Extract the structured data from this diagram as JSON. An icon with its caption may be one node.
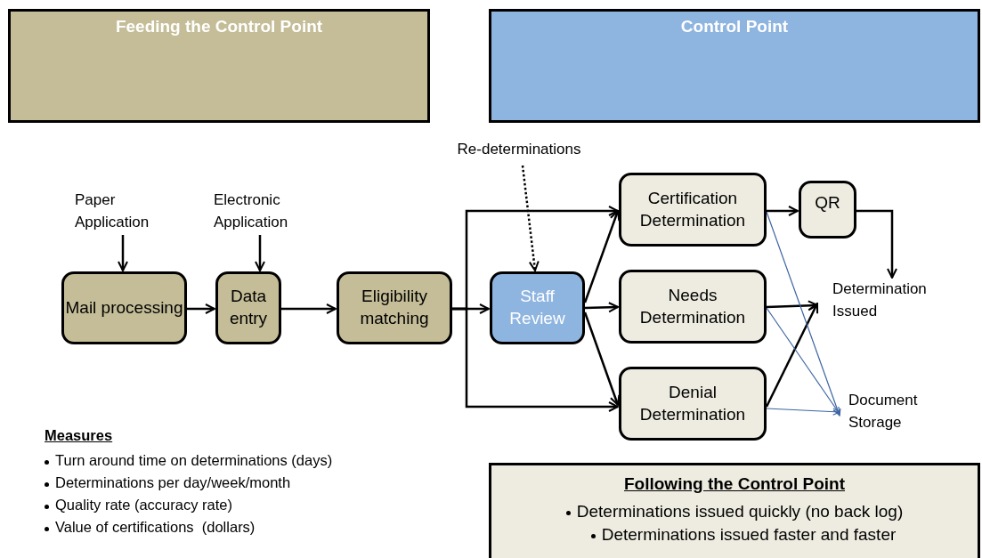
{
  "diagram": {
    "nodes": [
      {
        "text": [
          "Feeding the Control Point"
        ]
      },
      {
        "text": [
          "Control Point"
        ]
      },
      {
        "text": [
          "Paper Application"
        ]
      },
      {
        "text": [
          "Electronic Application"
        ]
      },
      {
        "text": [
          "Mail processing"
        ]
      },
      {
        "text": [
          "Data entry"
        ]
      },
      {
        "text": [
          "Eligibility matching"
        ]
      },
      {
        "text": [
          "Re-determinations"
        ]
      },
      {
        "text": [
          "Staff Review"
        ]
      },
      {
        "text": [
          "Certification Determination"
        ]
      },
      {
        "text": [
          "Needs Determination"
        ]
      },
      {
        "text": [
          "Denial Determination"
        ]
      },
      {
        "text": [
          "QR"
        ]
      },
      {
        "text": [
          "Determination Issued"
        ]
      },
      {
        "text": [
          "Document Storage"
        ]
      },
      {
        "text": [
          "Following the Control Point",
          "Determinations issued quickly (no back log)",
          "Determinations issued faster and faster"
        ]
      }
    ],
    "edges": [
      {
        "from": 2,
        "to": 4,
        "arrow": "to"
      },
      {
        "from": 3,
        "to": 5,
        "arrow": "to"
      },
      {
        "from": 4,
        "to": 5,
        "arrow": "to"
      },
      {
        "from": 5,
        "to": 6,
        "arrow": "to"
      },
      {
        "from": 6,
        "to": 8,
        "arrow": "to"
      },
      {
        "from": 6,
        "to": 9,
        "arrow": "to"
      },
      {
        "from": 6,
        "to": 11,
        "arrow": "to"
      },
      {
        "from": 7,
        "to": 8,
        "arrow": "to",
        "style": "dashed"
      },
      {
        "from": 8,
        "to": 9,
        "arrow": "to"
      },
      {
        "from": 8,
        "to": 10,
        "arrow": "to"
      },
      {
        "from": 8,
        "to": 11,
        "arrow": "to"
      },
      {
        "from": 9,
        "to": 12,
        "arrow": "to"
      },
      {
        "from": 12,
        "to": 13,
        "arrow": "to"
      },
      {
        "from": 10,
        "to": 13,
        "arrow": "to"
      },
      {
        "from": 11,
        "to": 13,
        "arrow": "to"
      },
      {
        "from": 9,
        "to": 14,
        "arrow": "to",
        "color": "#3b64a2"
      },
      {
        "from": 10,
        "to": 14,
        "arrow": "to",
        "color": "#3b64a2"
      },
      {
        "from": 11,
        "to": 14,
        "arrow": "to",
        "color": "#3b64a2"
      }
    ],
    "labels": [
      "Measures",
      "Turn around time on determinations (days)",
      "Determinations per day/week/month",
      "Quality rate (accuracy rate)",
      "Value of certifications  (dollars)"
    ]
  }
}
